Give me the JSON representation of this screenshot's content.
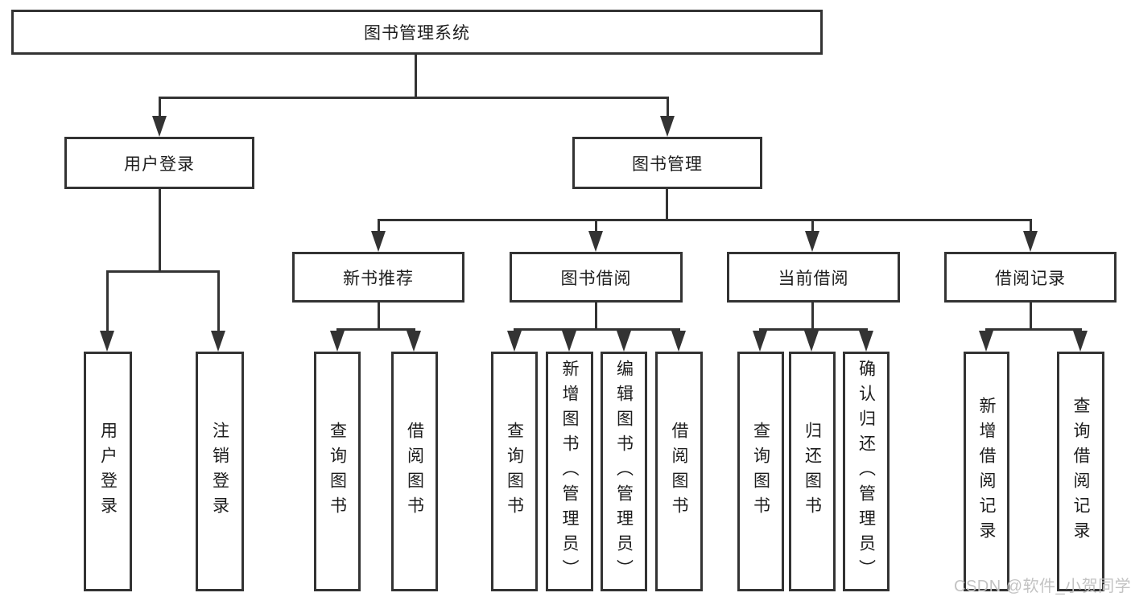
{
  "nodes": {
    "root": "图书管理系统",
    "user_login": "用户登录",
    "book_mgmt": "图书管理",
    "new_book_rec": "新书推荐",
    "book_borrow": "图书借阅",
    "current_borrow": "当前借阅",
    "borrow_record": "借阅记录",
    "v_user_login": "用户登录",
    "v_logout": "注销登录",
    "v_query_book_1": "查询图书",
    "v_borrow_book_1": "借阅图书",
    "v_query_book_2": "查询图书",
    "v_add_book": "新增图书（管理员）",
    "v_edit_book": "编辑图书（管理员）",
    "v_borrow_book_2": "借阅图书",
    "v_query_book_3": "查询图书",
    "v_return_book": "归还图书",
    "v_confirm_return": "确认归还（管理员）",
    "v_add_record": "新增借阅记录",
    "v_query_record": "查询借阅记录"
  },
  "watermark": {
    "text": "CSDN @软件_小贺同学"
  },
  "colors": {
    "line": "#333333",
    "text": "#1d1d1d",
    "background": "#ffffff",
    "watermark": "#c3c3c3"
  }
}
